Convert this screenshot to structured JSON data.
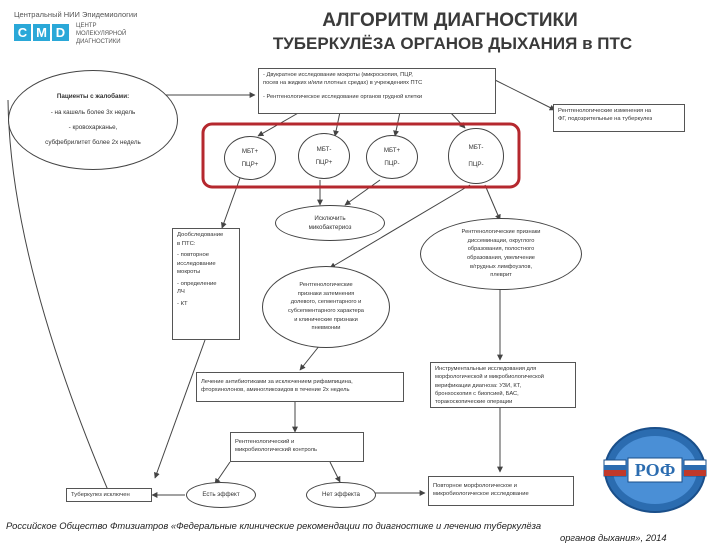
{
  "header": {
    "org_name": "Центральный НИИ Эпидемиологии",
    "logo_letters": [
      "C",
      "M",
      "D"
    ],
    "logo_colors": [
      "#2aa8d8",
      "#2aa8d8",
      "#2aa8d8"
    ],
    "center_lines": [
      "ЦЕНТР",
      "МОЛЕКУЛЯРНОЙ",
      "ДИАГНОСТИКИ"
    ],
    "title_line1": "АЛГОРИТМ ДИАГНОСТИКИ",
    "title_line2": "ТУБЕРКУЛЁЗА ОРГАНОВ ДЫХАНИЯ в ПТС"
  },
  "colors": {
    "highlight": "#b5282e",
    "line": "#444444",
    "roof_blue": "#2b6cb0"
  },
  "diagram": {
    "patients": [
      "Пациенты с жалобами:",
      "- на кашель более 3х недель",
      "- кровохарканье,",
      "субфебрилитет более 2х недель"
    ],
    "exams": [
      "- Двукратное исследование мокроты (микроскопия, ПЦР,",
      "посев на жидких и/или плотных средах) в учреждениях ПТС",
      "- Рентгенологическое исследование органов грудной клетки"
    ],
    "xray_changes": [
      "Рентгенологические изменения на",
      "ФГ, подозрительные на туберкулез"
    ],
    "mbt1": [
      "МБТ+",
      "ПЦР+"
    ],
    "mbt2": [
      "МБТ-",
      "ПЦР+"
    ],
    "mbt3": [
      "МБТ+",
      "ПЦР-"
    ],
    "mbt4": [
      "МБТ-",
      "ПЦР-"
    ],
    "exclude": [
      "Исключить",
      "микобактериоз"
    ],
    "additional": [
      "Дообследование",
      "в ПТС:",
      "- повторное",
      "исследование",
      "мокроты",
      "- определение",
      "ЛЧ",
      "- КТ"
    ],
    "xray_signs_dissem": [
      "Рентгенологические признаки",
      "диссеминации, округлого",
      "образования, полостного",
      "образования, увеличение",
      "в/грудных лимфоузлов,",
      "плеврит"
    ],
    "xray_signs_lobe": [
      "Рентгенологические",
      "признаки затемнения",
      "долевого, сегментарного и",
      "субсегментарного характера",
      "и клинические признаки",
      "пневмонии"
    ],
    "antibiotics": [
      "Лечение антибиотиками за исключением рифампицина,",
      "фторхинолонов, аминогликозидов в течение 2х недель"
    ],
    "instrumental": [
      "Инструментальные исследования для",
      "морфологической и микробиологической",
      "верификации диагноза: УЗИ, КТ,",
      "бронхоскопия с биопсией, БАС,",
      "торакоскопические операции"
    ],
    "control": [
      "Рентгенологический и",
      "микробиологический контроль"
    ],
    "tb_excluded": [
      "Туберкулез исключен"
    ],
    "effect": [
      "Есть эффект"
    ],
    "no_effect": [
      "Нет эффекта"
    ],
    "repeat": [
      "Повторное морфологическое и",
      "микробиологическое исследование"
    ]
  },
  "badge": {
    "text": "РОФ"
  },
  "footer": {
    "line1": "Российское Общество Фтизиатров «Федеральные клинические рекомендации по диагностике и лечению туберкулёза",
    "line2": "органов дыхания», 2014"
  }
}
